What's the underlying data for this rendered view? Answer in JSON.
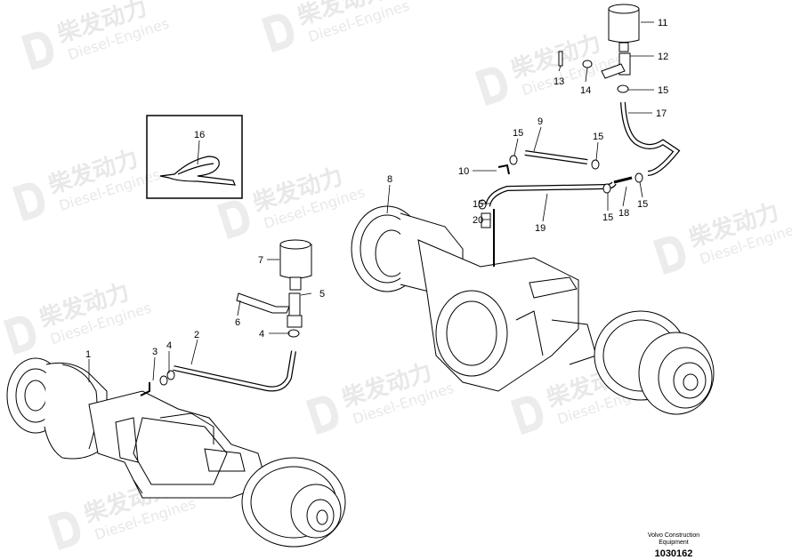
{
  "watermark": {
    "cn": "柴发动力",
    "en": "Diesel-Engines",
    "color": "#e6e6e6"
  },
  "callouts": [
    "1",
    "2",
    "3",
    "4",
    "5",
    "6",
    "7",
    "8",
    "9",
    "10",
    "11",
    "12",
    "13",
    "14",
    "15",
    "16",
    "17",
    "18",
    "19",
    "20"
  ],
  "footer": {
    "brand_line1": "Volvo Construction",
    "brand_line2": "Equipment",
    "drawing_number": "1030162"
  },
  "colors": {
    "line": "#000000",
    "background": "#ffffff"
  }
}
